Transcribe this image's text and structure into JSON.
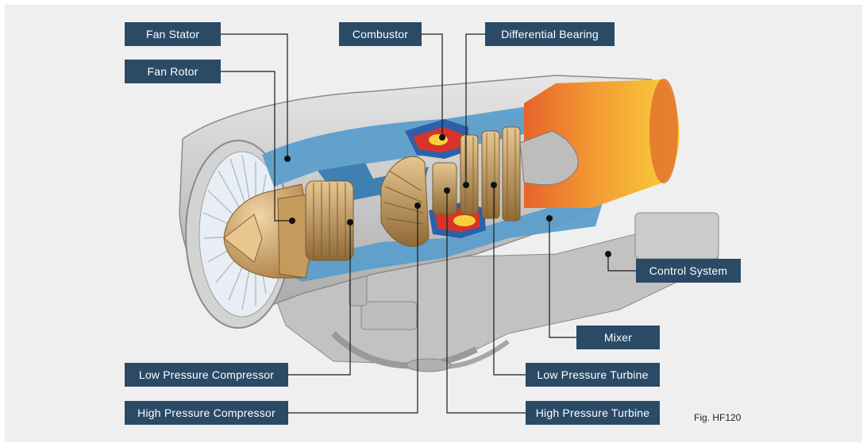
{
  "labels": {
    "fan_stator": "Fan Stator",
    "fan_rotor": "Fan Rotor",
    "combustor": "Combustor",
    "differential_bearing": "Differential Bearing",
    "control_system": "Control System",
    "mixer": "Mixer",
    "low_pressure_compressor": "Low Pressure Compressor",
    "high_pressure_compressor": "High Pressure Compressor",
    "low_pressure_turbine": "Low Pressure Turbine",
    "high_pressure_turbine": "High Pressure Turbine"
  },
  "figure_caption": "Fig. HF120",
  "colors": {
    "label_bg": "#2a4a66",
    "label_text": "#ffffff",
    "leader_line": "#1a1a1a",
    "background": "#efefef",
    "casing": "#cfcfcf",
    "duct_blue": "#5a9cc8",
    "compressor_gold": "#c8a06a",
    "combustor_red": "#d8332b",
    "exhaust_orange": "#f08a2c",
    "exhaust_yellow": "#f7d13a"
  }
}
